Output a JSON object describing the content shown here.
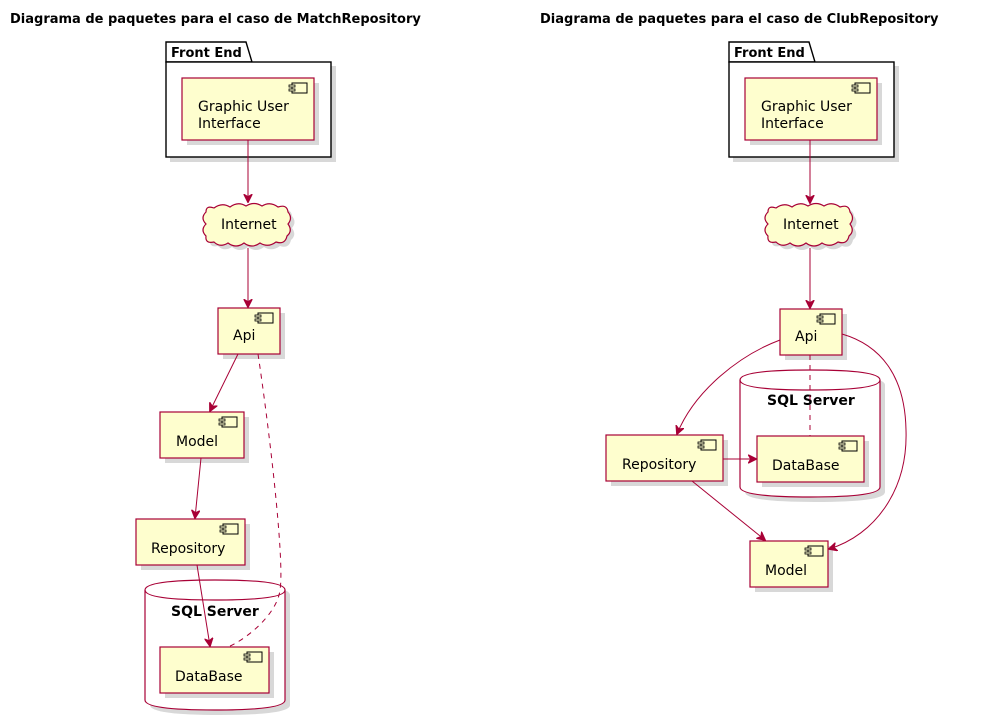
{
  "diagrams": [
    {
      "title": "Diagrama de paquetes para el caso de MatchRepository",
      "package_label": "Front End",
      "gui_line1": "Graphic User",
      "gui_line2": "Interface",
      "internet": "Internet",
      "api": "Api",
      "model": "Model",
      "repository": "Repository",
      "db_container": "SQL Server",
      "database": "DataBase"
    },
    {
      "title": "Diagrama de paquetes para el caso de ClubRepository",
      "package_label": "Front End",
      "gui_line1": "Graphic User",
      "gui_line2": "Interface",
      "internet": "Internet",
      "api": "Api",
      "model": "Model",
      "repository": "Repository",
      "db_container": "SQL Server",
      "database": "DataBase"
    }
  ],
  "colors": {
    "component_fill": "#FEFECE",
    "border": "#A80036",
    "shadow": "#d8d8d8"
  }
}
